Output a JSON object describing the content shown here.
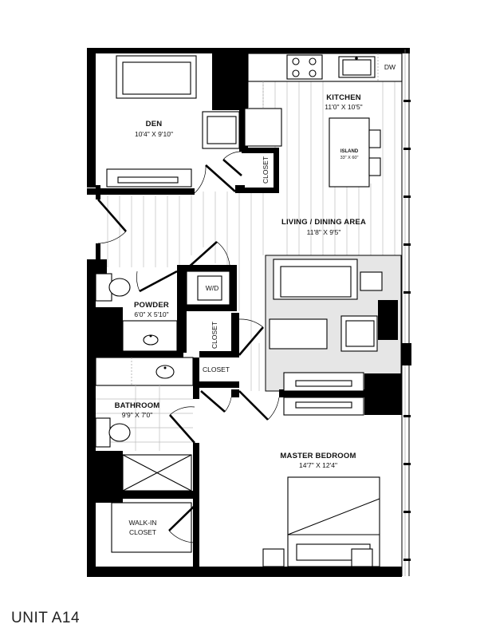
{
  "unit_name": "UNIT A14",
  "rooms": {
    "den": {
      "name": "DEN",
      "dims": "10'4\" X 9'10\""
    },
    "kitchen": {
      "name": "KITCHEN",
      "dims": "11'0\" X 10'5\""
    },
    "island": {
      "name": "ISLAND",
      "dims": "33\" X 60\""
    },
    "dishwasher": "DW",
    "living": {
      "name": "LIVING / DINING AREA",
      "dims": "11'8\" X 9'5\""
    },
    "powder": {
      "name": "POWDER",
      "dims": "6'0\" X 5'10\""
    },
    "washer_dryer": "W/D",
    "closet_vertical_top": "CLOSET",
    "closet_vertical_mid": "CLOSET",
    "closet_horizontal": "CLOSET",
    "bathroom": {
      "name": "BATHROOM",
      "dims": "9'9\" X 7'0\""
    },
    "master_bedroom": {
      "name": "MASTER BEDROOM",
      "dims": "14'7\" X 12'4\""
    },
    "walk_in_closet": {
      "line1": "WALK-IN",
      "line2": "CLOSET"
    }
  }
}
